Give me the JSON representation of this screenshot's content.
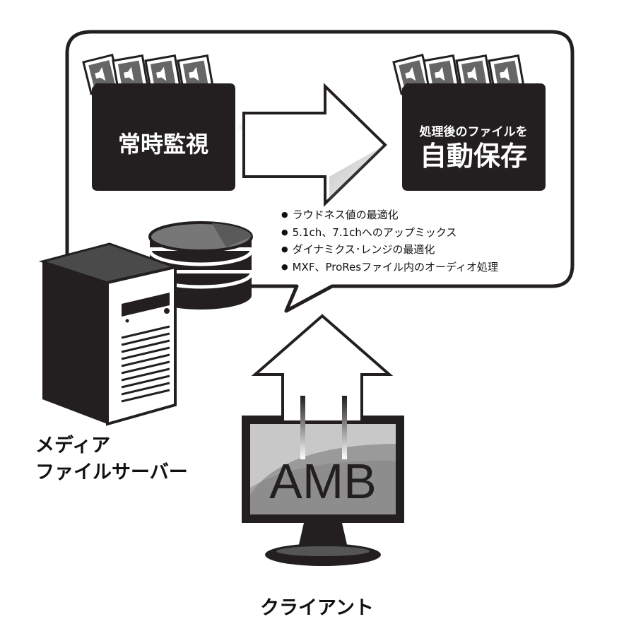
{
  "left_box": {
    "title": "常時監視"
  },
  "right_box": {
    "subtitle": "処理後のファイルを",
    "title": "自動保存"
  },
  "features": [
    "ラウドネス値の最適化",
    "5.1ch、7.1chへのアップミックス",
    "ダイナミクス･レンジの最適化",
    "MXF、ProResファイル内のオーディオ処理"
  ],
  "server_label": {
    "line1": "メディア",
    "line2": "ファイルサーバー"
  },
  "monitor": {
    "logo": "AMB"
  },
  "client_label": "クライアント",
  "colors": {
    "dark": "#231f20",
    "white": "#ffffff",
    "screen_gray": "#9a9a9a",
    "cylinder_top": "#777777"
  }
}
